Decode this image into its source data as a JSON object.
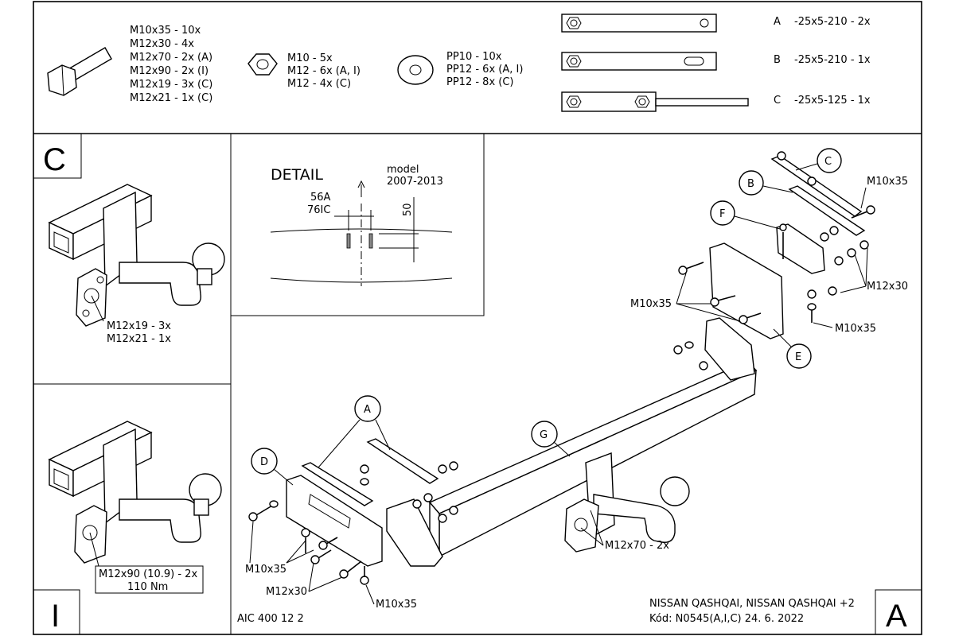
{
  "hardware": {
    "bolts": [
      "M10x35 - 10x",
      "M12x30 - 4x",
      "M12x70 - 2x (A)",
      "M12x90 - 2x (I)",
      "M12x19 - 3x (C)",
      "M12x21 - 1x (C)"
    ],
    "nuts": [
      "M10 - 5x",
      "M12 - 6x (A, I)",
      "M12 - 4x (C)"
    ],
    "washers": [
      "PP10 - 10x",
      "PP12 - 6x (A, I)",
      "PP12 - 8x (C)"
    ],
    "plates": [
      {
        "letter": "A",
        "spec": "-25x5-210  -  2x"
      },
      {
        "letter": "B",
        "spec": "-25x5-210  -  1x"
      },
      {
        "letter": "C",
        "spec": "-25x5-125  -  1x"
      }
    ]
  },
  "panel_c": {
    "letter": "C",
    "notes": [
      "M12x19 - 3x",
      "M12x21 - 1x"
    ]
  },
  "panel_i": {
    "letter": "I",
    "notes": [
      "M12x90 (10.9) - 2x",
      "110 Nm"
    ]
  },
  "detail": {
    "title": "DETAIL",
    "model_label": "model",
    "model_years": "2007-2013",
    "code1": "56A",
    "code2": "76IC",
    "dimension": "50"
  },
  "callouts": [
    "C",
    "B",
    "F",
    "E",
    "A",
    "D",
    "G"
  ],
  "main_labels": {
    "m10x35": "M10x35",
    "m10x35_multi": "M10x35",
    "m12x30": "M12x30",
    "m12x70": "M12x70 - 2x"
  },
  "footer": {
    "code": "AIC 400 12 2",
    "vehicle": "NISSAN QASHQAI, NISSAN QASHQAI +2",
    "kod": "Kód: N0545(A,I,C)  24. 6. 2022",
    "corner_letter": "A",
    "corner_letter_left": "I"
  },
  "colors": {
    "line": "#000000",
    "fill": "#ffffff",
    "shade": "#e6e6e6"
  }
}
